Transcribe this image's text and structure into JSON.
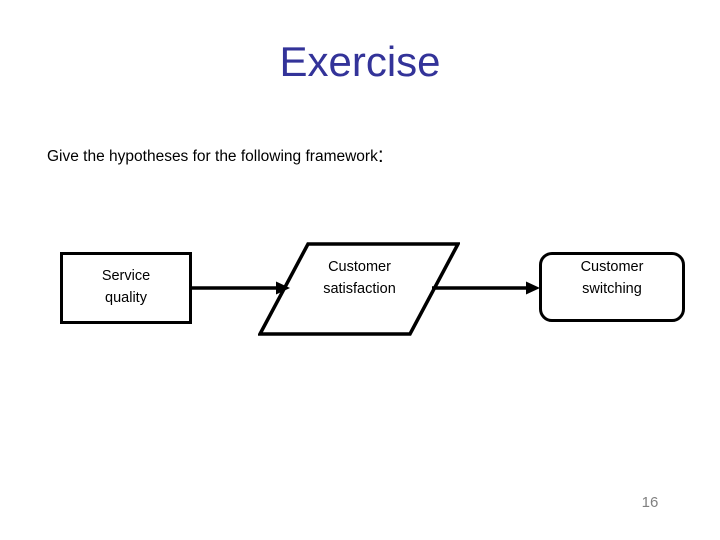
{
  "slide": {
    "title": "Exercise",
    "prompt": "Give the hypotheses for the following framework",
    "prompt_colon": ":",
    "page_number": "16",
    "colors": {
      "title": "#333399",
      "body_text": "#000000",
      "page_number": "#808080",
      "background": "#ffffff",
      "shape_stroke": "#000000",
      "shape_fill": "#ffffff"
    }
  },
  "diagram": {
    "type": "flow",
    "nodes": [
      {
        "id": "service-quality",
        "label": "Service\nquality",
        "shape": "rectangle"
      },
      {
        "id": "customer-satisfaction",
        "label": "Customer\nsatisfaction",
        "shape": "parallelogram"
      },
      {
        "id": "customer-switching",
        "label": "Customer\nswitching",
        "shape": "rounded-rectangle"
      }
    ],
    "edges": [
      {
        "id": "sq-to-cs",
        "from": "service-quality",
        "to": "customer-satisfaction",
        "style": "arrow",
        "label": ""
      },
      {
        "id": "cs-to-sw",
        "from": "customer-satisfaction",
        "to": "customer-switching",
        "style": "arrow",
        "label": ""
      }
    ]
  }
}
